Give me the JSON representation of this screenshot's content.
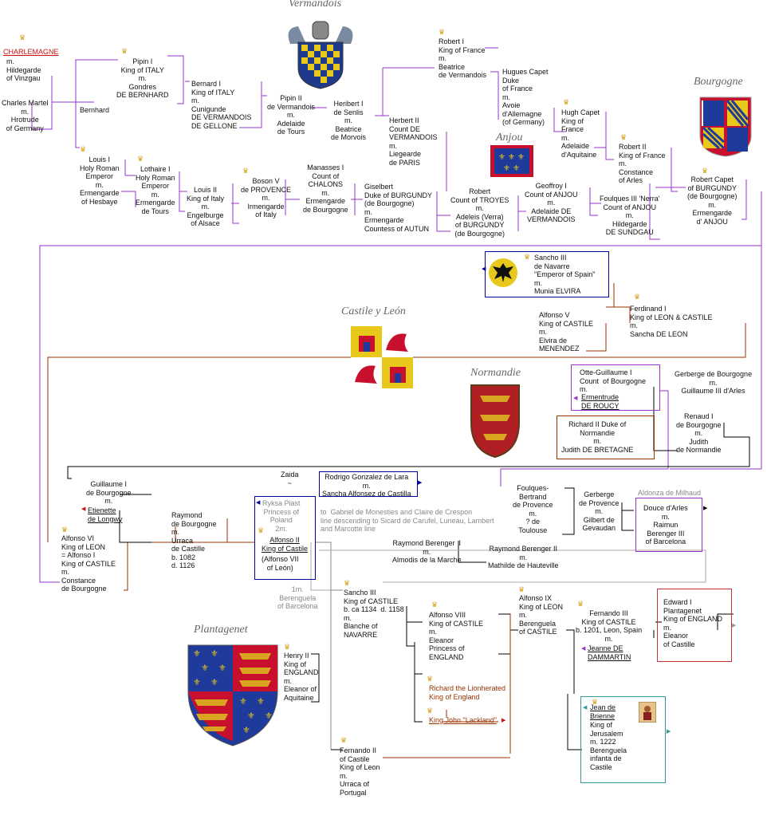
{
  "headings": {
    "vermandois": "Vermandois",
    "bourgogne": "Bourgogne",
    "anjou": "Anjou",
    "castile": "Castile y León",
    "normandie": "Normandie",
    "plantagenet": "Plantagenet"
  },
  "people": {
    "charlemagne_name": "CHARLEMAGNE",
    "charlemagne_rest": "m.\nHildegarde\nof Vinzgau",
    "charles_martel": "Charles Martel\nm.\nHrotrude\nof Germany",
    "bernhard": "Bernhard",
    "pipin1": "Pipin I\nKing of ITALY\nm.\nGondres\nDE BERNHARD",
    "bernard1": "Bernard I\nKing of ITALY\nm.\nCunigunde\nDE VERMANDOIS\nDE GELLONE",
    "pipin2": "Pipin II\nde Vermandois\nm.\nAdelaide\nde Tours",
    "heribert1": "Heribert I\nde Senlis\nm.\nBeatrice\nde Morvois",
    "herbert2": "Herbert II\nCount DE\nVERMANDOIS\nm.\nLiegearde\nde PARIS",
    "robert1": "Robert I\nKing of France\nm.\nBeatrice\nde Vermandois",
    "hugues": "Hugues Capet\nDuke\nof France\nm.\nAvoie\nd'Allemagne\n(of Germany)",
    "hugh_capet": "Hugh Capet\nKing of\nFrance\nm.\nAdelaide\nd'Aquitaine",
    "robert2": "Robert II\nKing of France\nm.\nConstance\nof Arles",
    "robert_capet": "Robert Capet\nof BURGUNDY\n(de Bourgogne)\nm.\nErmengarde\nd' ANJOU",
    "louis1": "Louis I\nHoly Roman\nEmperor\nm.\nErmengarde\nof Hesbaye",
    "lothaire": "Lothaire I\nHoly Roman\nEmperor\nm.\nErmengarde\nde Tours",
    "louis2": "Louis II\nKing of Italy\nm.\nEngelburge\nof Alsace",
    "boson": "Boson V\nde PROVENCE\nm.\nIrmengarde\nof Italy",
    "manasses": "Manasses I\nCount of\nCHALONS\nm.\nErmengarde\nde Bourgogne",
    "giselbert": "Giselbert\nDuke of BURGUNDY\n(de Bourgogne)\nm.\nErmengarde\nCountess of AUTUN",
    "robert_troyes": "Robert\nCount of TROYES\nm.\nAdeleis (Verra)\nof BURGUNDY\n(de Bourgogne)",
    "geoffroy": "Geoffroy I\nCount of ANJOU\nm.\nAdelaide DE\nVERMANDOIS",
    "foulques3": "Foulques III 'Nerra'\nCount of ANJOU\nm.\nHildegarde\nDE SUNDGAU",
    "sancho3_navarre": "Sancho III\nde Navarre\n\"Emperor of Spain\"\nm.\nMunia ELVIRA",
    "ferdinand1": "Ferdinand I\nKing of LEON & CASTILE\nm.\nSancha DE LEON",
    "alfonso5": "Alfonso V\nKing of CASTILE\nm.\nElvira de\nMENENDEZ",
    "otte": "Otte-Guillaume I\nCount  of Bourgogne\nm.",
    "ermentrude": "Ermentrude\nDE ROUCY",
    "gerberge_b": "Gerberge de Bourgogne\nm.\nGuillaume III d'Arles",
    "renaud": "Renaud I\nde Bourgogne\nm.\nJudith\nde Normandie",
    "richard2": "Richard II Duke of\nNormandie\nm.\nJudith DE BRETAGNE",
    "guillaume1": "Guillaume I\nde Bourgogne\nm.",
    "etienette": "Etienette\nde Longwy",
    "raymond": "Raymond\nde Bourgogne\nm.\nUrraca\nde Castille\nb. 1082\nd. 1126",
    "alfonso6": "Alfonso VI\nKing of LEON\n= Alfonso I\nKing of CASTILE\nm.\nConstance\nde Bourgogne",
    "zaida": "Zaida\n~",
    "rodrigo": "Rodrigo Gonzalez de Lara\nm.\nSancha Alfonsez de Castilla",
    "ryksa": "Ryksa Piast\nPrincess of\nPoland\n2m.",
    "gabriel": "to  Gabriel de Monesties and Claire de Crespon\nline descending to Sicard de Carufel, Luneau, Lambert\nand Marcotte line",
    "alfonso7_u": "Alfonso II\nKing of Castile",
    "alfonso7_b": "(Alfonso VII\nof León)",
    "berenguela_b": "1m.\nBerenguela\nof Barcelona",
    "foulques_b": "Foulques-\nBertrand\nde Provence\nm.\n? de\nToulouse",
    "gerberge_p": "Gerberge\nde Provence\nm.\nGilbert de\nGevaudan",
    "aldonza": "Aldonza de Milhaud",
    "douce": "Douce d'Arles\nm.\nRaimun\nBerenger III\nof Barcelona",
    "rb1": "Raymond Berenger  I\nm.\nAlmodis de la Marche",
    "rb2": "Raymond Berenger II\nm.\nMathilde de Hauteville",
    "sancho3_c": "Sancho III\nKing of CASTILE\nb. ca 1134  d. 1158\nm.\nBlanche of\nNAVARRE",
    "alfonso8": "Alfonso VIII\nKing of CASTILE\nm.\nEleanor\nPrincess of\nENGLAND",
    "richard": "Richard the Lionherated\nKing of England",
    "john": "King John \"Lackland\"",
    "henry2": "Henry II\nKing of\nENGLAND\nm.\nEleanor of\nAquitaine",
    "alfonso9": "Alfonso IX\nKing of LEON\nm.\nBerenguela\nof CASTILE",
    "fernando3": "Fernando III\nKing of CASTILE\nb. 1201, Leon, Spain\nm.",
    "jeanne": "Jeanne DE\nDAMMARTIN",
    "edward1": "Edward I\nPlantagenet\nKing of ENGLAND\nm.\nEleanor\nof Castille",
    "jean_brienne": "Jean de\nBrienne",
    "jean_rest": "King of\nJerusalem\nm. 1222\nBerenguela\ninfanta de\nCastile",
    "fernando2": "Fernando II\nof Castile\nKing of Leon\nm.\nUrraca of\nPortugal"
  },
  "colors": {
    "purple": "#9933cc",
    "brown": "#993300",
    "navy": "#000099",
    "dark_red": "#993333",
    "teal": "#339999",
    "gray": "#aaaaaa",
    "crown": "#d4a017"
  }
}
